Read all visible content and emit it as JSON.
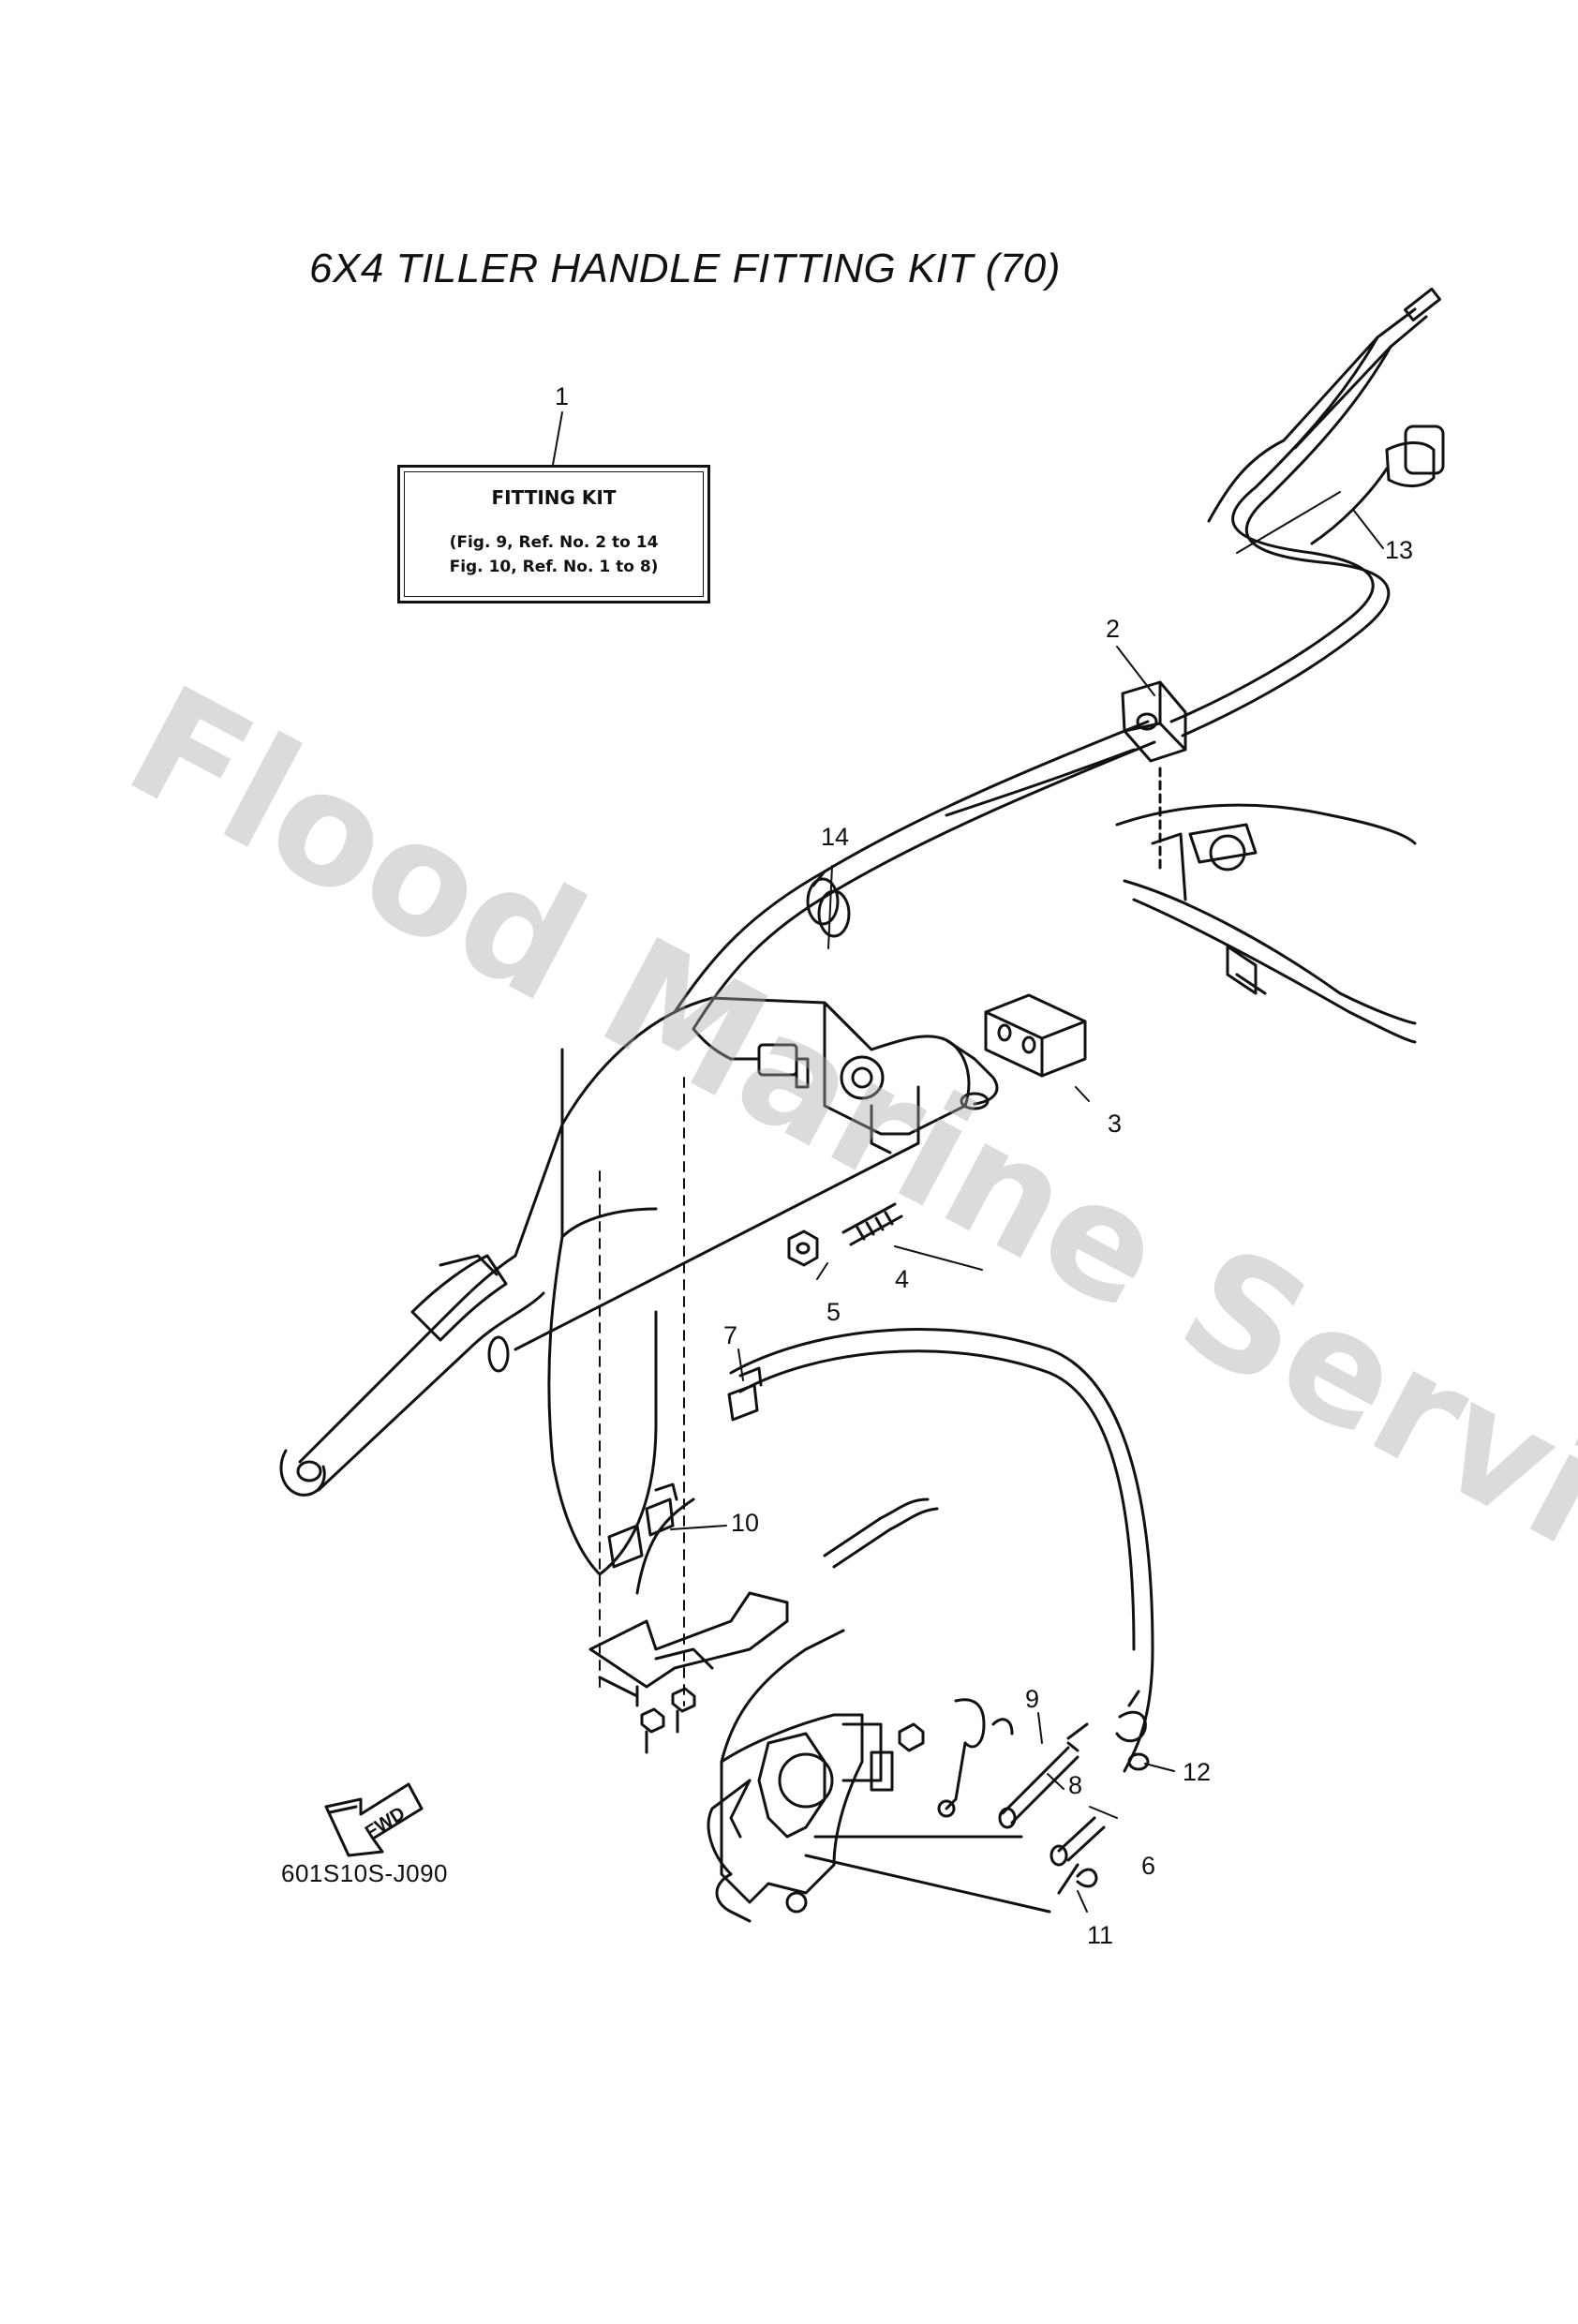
{
  "title": "6X4 TILLER HANDLE FITTING KIT (70)",
  "fitting_kit_label": {
    "heading": "FITTING KIT",
    "line1": "(Fig. 9, Ref. No. 2 to 14",
    "line2": "Fig. 10, Ref. No. 1 to 8)"
  },
  "callouts": {
    "c1": "1",
    "c2": "2",
    "c3": "3",
    "c4": "4",
    "c5": "5",
    "c6": "6",
    "c7": "7",
    "c8": "8",
    "c9": "9",
    "c10": "10",
    "c11": "11",
    "c12": "12",
    "c13": "13",
    "c14": "14"
  },
  "fwd_label": "FWD",
  "drawing_code": "601S10S-J090",
  "watermark": "Flood Marine Services"
}
